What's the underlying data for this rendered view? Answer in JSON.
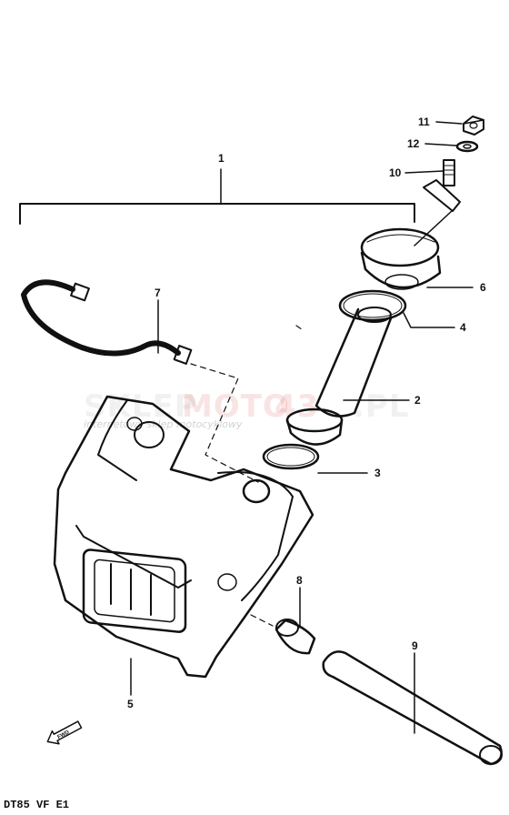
{
  "callouts": {
    "c1": "1",
    "c2": "2",
    "c3": "3",
    "c4": "4",
    "c5": "5",
    "c6": "6",
    "c7": "7",
    "c8": "8",
    "c9": "9",
    "c10": "10",
    "c11": "11",
    "c12": "12"
  },
  "footer_code": "DT85 VF E1",
  "fwd_label": "FWD",
  "watermark": {
    "brand_a": "SKLEP",
    "brand_b": "MOTO",
    "brand_c": "43",
    "brand_d": ".PL",
    "tagline": "internetowy sklep motocyklowy",
    "colors": {
      "gray": "#8a8a8a",
      "red": "#d11f1f"
    }
  }
}
